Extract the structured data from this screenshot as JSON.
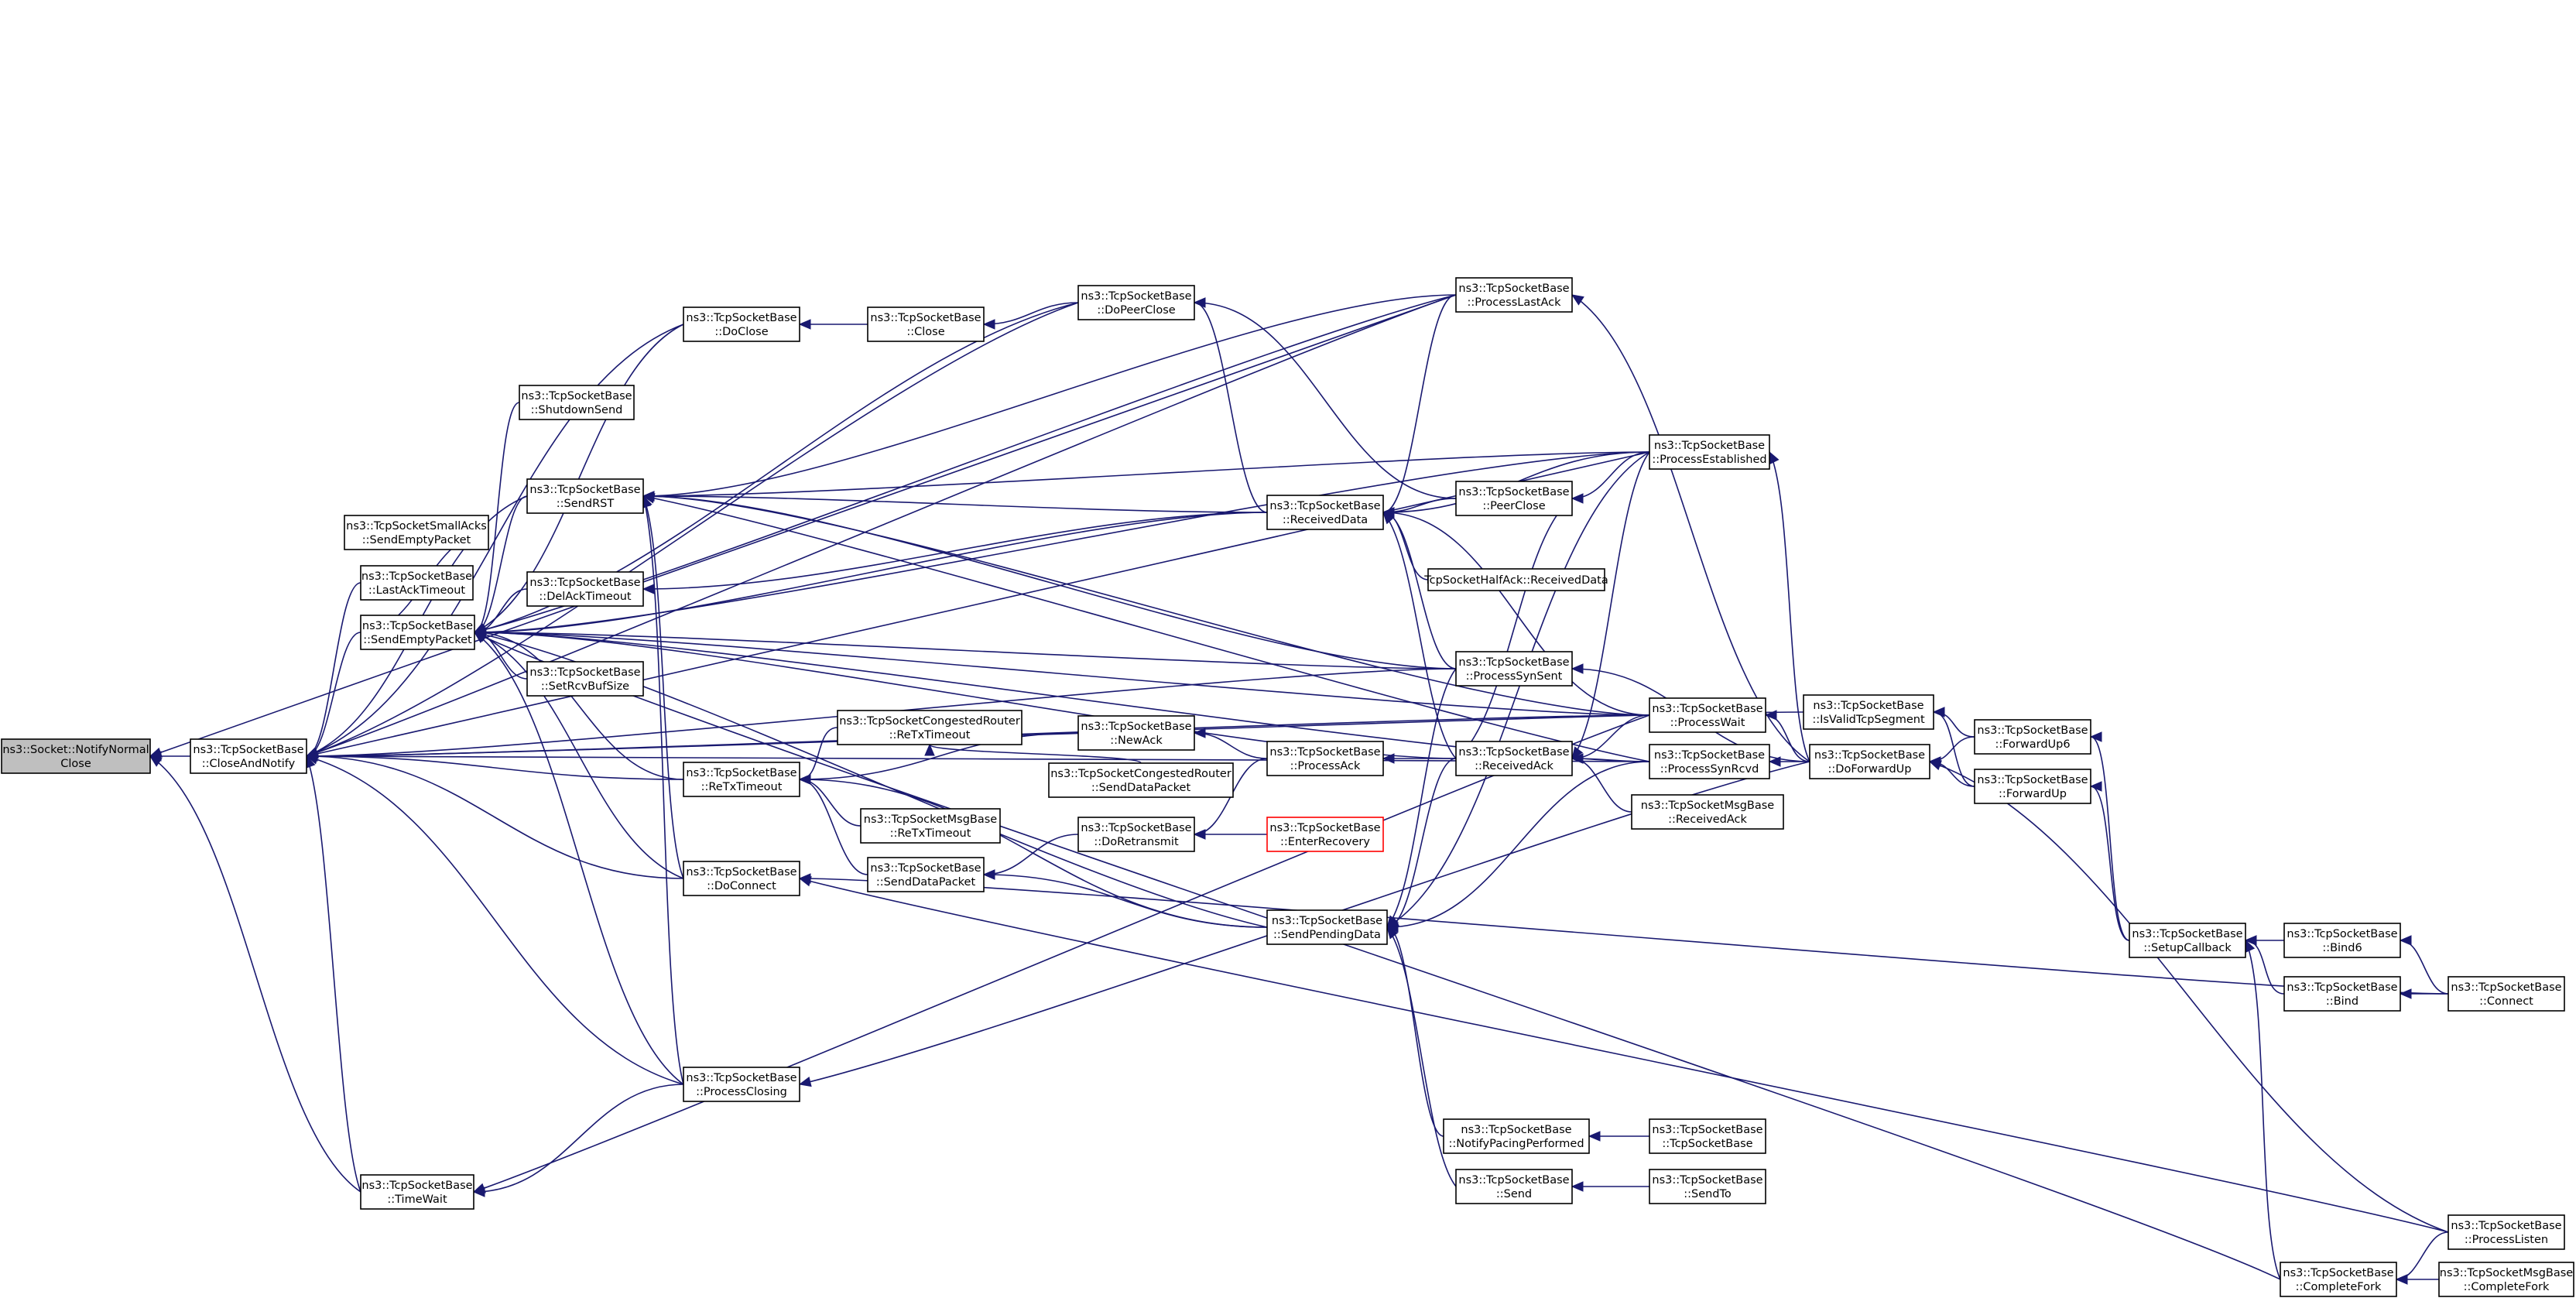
{
  "nodes": [
    {
      "id": "notify",
      "lines": [
        "ns3::Socket::NotifyNormal",
        "Close"
      ],
      "style": "root"
    },
    {
      "id": "closeAndNotify",
      "lines": [
        "ns3::TcpSocketBase",
        "::CloseAndNotify"
      ]
    },
    {
      "id": "smallAcks",
      "lines": [
        "ns3::TcpSocketSmallAcks",
        "::SendEmptyPacket"
      ]
    },
    {
      "id": "lastAckTimeout",
      "lines": [
        "ns3::TcpSocketBase",
        "::LastAckTimeout"
      ]
    },
    {
      "id": "sendEmptyPacket",
      "lines": [
        "ns3::TcpSocketBase",
        "::SendEmptyPacket"
      ]
    },
    {
      "id": "timeWait",
      "lines": [
        "ns3::TcpSocketBase",
        "::TimeWait"
      ]
    },
    {
      "id": "shutdownSend",
      "lines": [
        "ns3::TcpSocketBase",
        "::ShutdownSend"
      ]
    },
    {
      "id": "sendRST",
      "lines": [
        "ns3::TcpSocketBase",
        "::SendRST"
      ]
    },
    {
      "id": "delAckTimeout",
      "lines": [
        "ns3::TcpSocketBase",
        "::DelAckTimeout"
      ]
    },
    {
      "id": "setRcvBufSize",
      "lines": [
        "ns3::TcpSocketBase",
        "::SetRcvBufSize"
      ]
    },
    {
      "id": "doClose",
      "lines": [
        "ns3::TcpSocketBase",
        "::DoClose"
      ]
    },
    {
      "id": "reTxTimeout",
      "lines": [
        "ns3::TcpSocketBase",
        "::ReTxTimeout"
      ]
    },
    {
      "id": "doConnect",
      "lines": [
        "ns3::TcpSocketBase",
        "::DoConnect"
      ]
    },
    {
      "id": "processClosing",
      "lines": [
        "ns3::TcpSocketBase",
        "::ProcessClosing"
      ]
    },
    {
      "id": "close",
      "lines": [
        "ns3::TcpSocketBase",
        "::Close"
      ]
    },
    {
      "id": "congReTx",
      "lines": [
        "ns3::TcpSocketCongestedRouter",
        "::ReTxTimeout"
      ]
    },
    {
      "id": "msgReTx",
      "lines": [
        "ns3::TcpSocketMsgBase",
        "::ReTxTimeout"
      ]
    },
    {
      "id": "sendDataPacket",
      "lines": [
        "ns3::TcpSocketBase",
        "::SendDataPacket"
      ]
    },
    {
      "id": "doPeerClose",
      "lines": [
        "ns3::TcpSocketBase",
        "::DoPeerClose"
      ]
    },
    {
      "id": "newAck",
      "lines": [
        "ns3::TcpSocketBase",
        "::NewAck"
      ]
    },
    {
      "id": "congSendData",
      "lines": [
        "ns3::TcpSocketCongestedRouter",
        "::SendDataPacket"
      ]
    },
    {
      "id": "doRetransmit",
      "lines": [
        "ns3::TcpSocketBase",
        "::DoRetransmit"
      ]
    },
    {
      "id": "receivedData",
      "lines": [
        "ns3::TcpSocketBase",
        "::ReceivedData"
      ]
    },
    {
      "id": "processAck",
      "lines": [
        "ns3::TcpSocketBase",
        "::ProcessAck"
      ]
    },
    {
      "id": "enterRecovery",
      "lines": [
        "ns3::TcpSocketBase",
        "::EnterRecovery"
      ],
      "style": "red"
    },
    {
      "id": "sendPendingData",
      "lines": [
        "ns3::TcpSocketBase",
        "::SendPendingData"
      ]
    },
    {
      "id": "notifyPacing",
      "lines": [
        "ns3::TcpSocketBase",
        "::NotifyPacingPerformed"
      ]
    },
    {
      "id": "send",
      "lines": [
        "ns3::TcpSocketBase",
        "::Send"
      ]
    },
    {
      "id": "processLastAck",
      "lines": [
        "ns3::TcpSocketBase",
        "::ProcessLastAck"
      ]
    },
    {
      "id": "peerClose",
      "lines": [
        "ns3::TcpSocketBase",
        "::PeerClose"
      ]
    },
    {
      "id": "halfAck",
      "lines": [
        "TcpSocketHalfAck::ReceivedData"
      ]
    },
    {
      "id": "processSynSent",
      "lines": [
        "ns3::TcpSocketBase",
        "::ProcessSynSent"
      ]
    },
    {
      "id": "receivedAck",
      "lines": [
        "ns3::TcpSocketBase",
        "::ReceivedAck"
      ]
    },
    {
      "id": "processEstablished",
      "lines": [
        "ns3::TcpSocketBase",
        "::ProcessEstablished"
      ]
    },
    {
      "id": "processWait",
      "lines": [
        "ns3::TcpSocketBase",
        "::ProcessWait"
      ]
    },
    {
      "id": "processSynRcvd",
      "lines": [
        "ns3::TcpSocketBase",
        "::ProcessSynRcvd"
      ]
    },
    {
      "id": "msgReceivedAck",
      "lines": [
        "ns3::TcpSocketMsgBase",
        "::ReceivedAck"
      ]
    },
    {
      "id": "tcpSocketBase",
      "lines": [
        "ns3::TcpSocketBase",
        "::TcpSocketBase"
      ]
    },
    {
      "id": "sendTo",
      "lines": [
        "ns3::TcpSocketBase",
        "::SendTo"
      ]
    },
    {
      "id": "isValid",
      "lines": [
        "ns3::TcpSocketBase",
        "::IsValidTcpSegment"
      ]
    },
    {
      "id": "doForwardUp",
      "lines": [
        "ns3::TcpSocketBase",
        "::DoForwardUp"
      ]
    },
    {
      "id": "forwardUp6",
      "lines": [
        "ns3::TcpSocketBase",
        "::ForwardUp6"
      ]
    },
    {
      "id": "forwardUp",
      "lines": [
        "ns3::TcpSocketBase",
        "::ForwardUp"
      ]
    },
    {
      "id": "setupCallback",
      "lines": [
        "ns3::TcpSocketBase",
        "::SetupCallback"
      ]
    },
    {
      "id": "bind6",
      "lines": [
        "ns3::TcpSocketBase",
        "::Bind6"
      ]
    },
    {
      "id": "bind",
      "lines": [
        "ns3::TcpSocketBase",
        "::Bind"
      ]
    },
    {
      "id": "connect",
      "lines": [
        "ns3::TcpSocketBase",
        "::Connect"
      ]
    },
    {
      "id": "processListen",
      "lines": [
        "ns3::TcpSocketBase",
        "::ProcessListen"
      ]
    },
    {
      "id": "completeFork",
      "lines": [
        "ns3::TcpSocketBase",
        "::CompleteFork"
      ]
    },
    {
      "id": "msgCompleteFork",
      "lines": [
        "ns3::TcpSocketMsgBase",
        "::CompleteFork"
      ]
    }
  ],
  "edges": [
    [
      "closeAndNotify",
      "notify"
    ],
    [
      "timeWait",
      "notify"
    ],
    [
      "processLastAck",
      "notify"
    ],
    [
      "doClose",
      "closeAndNotify"
    ],
    [
      "doConnect",
      "closeAndNotify"
    ],
    [
      "doPeerClose",
      "closeAndNotify"
    ],
    [
      "lastAckTimeout",
      "closeAndNotify"
    ],
    [
      "processClosing",
      "closeAndNotify"
    ],
    [
      "processEstablished",
      "closeAndNotify"
    ],
    [
      "processLastAck",
      "closeAndNotify"
    ],
    [
      "processSynRcvd",
      "closeAndNotify"
    ],
    [
      "processSynSent",
      "closeAndNotify"
    ],
    [
      "processWait",
      "closeAndNotify"
    ],
    [
      "reTxTimeout",
      "closeAndNotify"
    ],
    [
      "sendEmptyPacket",
      "closeAndNotify"
    ],
    [
      "sendRST",
      "closeAndNotify"
    ],
    [
      "timeWait",
      "closeAndNotify"
    ],
    [
      "isValid",
      "closeAndNotify"
    ],
    [
      "smallAcks",
      "sendEmptyPacket"
    ],
    [
      "shutdownSend",
      "sendEmptyPacket"
    ],
    [
      "sendRST",
      "sendEmptyPacket"
    ],
    [
      "delAckTimeout",
      "sendEmptyPacket"
    ],
    [
      "setRcvBufSize",
      "sendEmptyPacket"
    ],
    [
      "doClose",
      "sendEmptyPacket"
    ],
    [
      "reTxTimeout",
      "sendEmptyPacket"
    ],
    [
      "doConnect",
      "sendEmptyPacket"
    ],
    [
      "processClosing",
      "sendEmptyPacket"
    ],
    [
      "doPeerClose",
      "sendEmptyPacket"
    ],
    [
      "receivedData",
      "sendEmptyPacket"
    ],
    [
      "sendPendingData",
      "sendEmptyPacket"
    ],
    [
      "processSynSent",
      "sendEmptyPacket"
    ],
    [
      "processWait",
      "sendEmptyPacket"
    ],
    [
      "processSynRcvd",
      "sendEmptyPacket"
    ],
    [
      "receivedAck",
      "sendEmptyPacket"
    ],
    [
      "processEstablished",
      "sendEmptyPacket"
    ],
    [
      "completeFork",
      "sendEmptyPacket"
    ],
    [
      "processLastAck",
      "sendEmptyPacket"
    ],
    [
      "processWait",
      "timeWait"
    ],
    [
      "processClosing",
      "timeWait"
    ],
    [
      "doConnect",
      "sendRST"
    ],
    [
      "processClosing",
      "sendRST"
    ],
    [
      "receivedData",
      "sendRST"
    ],
    [
      "processSynSent",
      "sendRST"
    ],
    [
      "processEstablished",
      "sendRST"
    ],
    [
      "processLastAck",
      "sendRST"
    ],
    [
      "processWait",
      "sendRST"
    ],
    [
      "processSynRcvd",
      "sendRST"
    ],
    [
      "receivedData",
      "delAckTimeout"
    ],
    [
      "close",
      "doClose"
    ],
    [
      "newAck",
      "reTxTimeout"
    ],
    [
      "congReTx",
      "reTxTimeout"
    ],
    [
      "msgReTx",
      "reTxTimeout"
    ],
    [
      "sendDataPacket",
      "reTxTimeout"
    ],
    [
      "sendPendingData",
      "reTxTimeout"
    ],
    [
      "connect",
      "doConnect"
    ],
    [
      "processListen",
      "doConnect"
    ],
    [
      "doForwardUp",
      "processClosing"
    ],
    [
      "doPeerClose",
      "close"
    ],
    [
      "congSendData",
      "congReTx"
    ],
    [
      "doRetransmit",
      "sendDataPacket"
    ],
    [
      "sendPendingData",
      "sendDataPacket"
    ],
    [
      "receivedData",
      "doPeerClose"
    ],
    [
      "peerClose",
      "doPeerClose"
    ],
    [
      "processAck",
      "newAck"
    ],
    [
      "processAck",
      "doRetransmit"
    ],
    [
      "enterRecovery",
      "doRetransmit"
    ],
    [
      "receivedAck",
      "processAck"
    ],
    [
      "notifyPacing",
      "sendPendingData"
    ],
    [
      "send",
      "sendPendingData"
    ],
    [
      "processSynSent",
      "sendPendingData"
    ],
    [
      "receivedAck",
      "sendPendingData"
    ],
    [
      "processSynRcvd",
      "sendPendingData"
    ],
    [
      "processEstablished",
      "sendPendingData"
    ],
    [
      "halfAck",
      "receivedData"
    ],
    [
      "peerClose",
      "receivedData"
    ],
    [
      "processSynSent",
      "receivedData"
    ],
    [
      "receivedAck",
      "receivedData"
    ],
    [
      "processWait",
      "receivedData"
    ],
    [
      "processEstablished",
      "receivedData"
    ],
    [
      "processLastAck",
      "receivedData"
    ],
    [
      "receivedAck",
      "peerClose"
    ],
    [
      "processEstablished",
      "peerClose"
    ],
    [
      "doForwardUp",
      "processSynSent"
    ],
    [
      "processWait",
      "receivedAck"
    ],
    [
      "processSynRcvd",
      "receivedAck"
    ],
    [
      "msgReceivedAck",
      "receivedAck"
    ],
    [
      "processEstablished",
      "receivedAck"
    ],
    [
      "tcpSocketBase",
      "notifyPacing"
    ],
    [
      "sendTo",
      "send"
    ],
    [
      "doForwardUp",
      "processLastAck"
    ],
    [
      "doForwardUp",
      "processEstablished"
    ],
    [
      "doForwardUp",
      "processWait"
    ],
    [
      "doForwardUp",
      "processSynRcvd"
    ],
    [
      "forwardUp6",
      "isValid"
    ],
    [
      "forwardUp",
      "isValid"
    ],
    [
      "forwardUp6",
      "doForwardUp"
    ],
    [
      "forwardUp",
      "doForwardUp"
    ],
    [
      "processListen",
      "doForwardUp"
    ],
    [
      "setupCallback",
      "forwardUp6"
    ],
    [
      "setupCallback",
      "forwardUp"
    ],
    [
      "bind6",
      "setupCallback"
    ],
    [
      "bind",
      "setupCallback"
    ],
    [
      "completeFork",
      "setupCallback"
    ],
    [
      "connect",
      "bind6"
    ],
    [
      "connect",
      "bind"
    ],
    [
      "processListen",
      "completeFork"
    ],
    [
      "msgCompleteFork",
      "completeFork"
    ]
  ],
  "colors": {
    "edge": "#191970",
    "root_fill": "#bfbfbf",
    "node_border": "#000000",
    "highlight_border": "#ff0000"
  }
}
